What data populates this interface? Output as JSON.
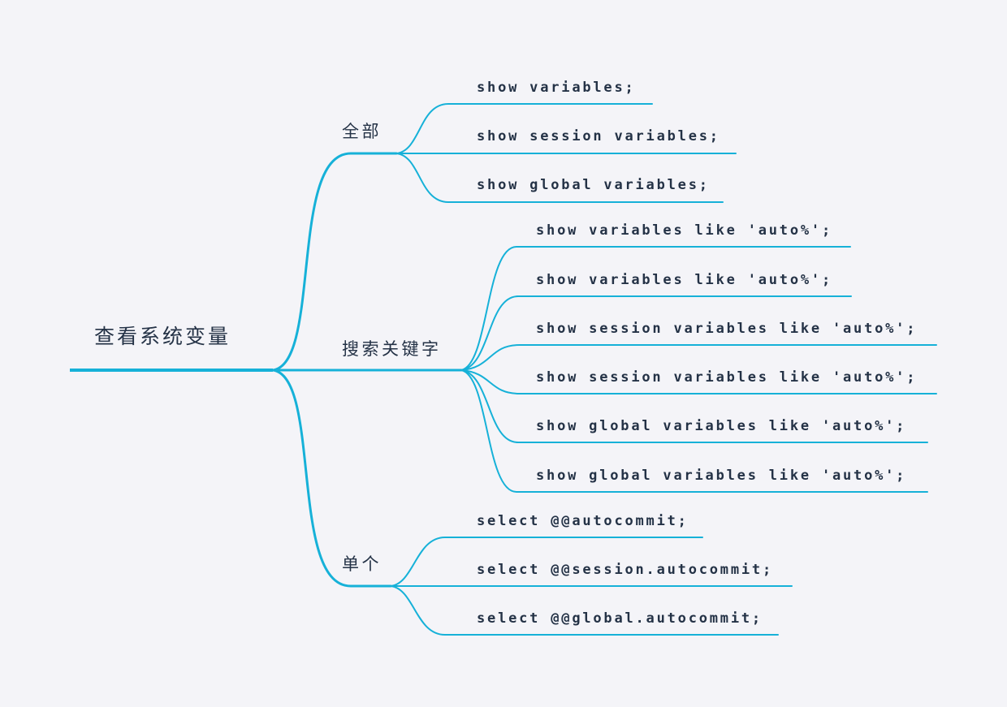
{
  "colors": {
    "canvas-bg": "#f4f4f8",
    "line-color": "#16b1d8",
    "text-color": "#243246"
  },
  "mindmap": {
    "root": {
      "label": "查看系统变量"
    },
    "branches": [
      {
        "label": "全部",
        "children": [
          "show variables;",
          "show session variables;",
          "show global variables;"
        ]
      },
      {
        "label": "搜索关键字",
        "children": [
          "show variables like 'auto%';",
          "show variables like 'auto%';",
          "show session variables like 'auto%';",
          "show session variables like 'auto%';",
          "show global variables like 'auto%';",
          "show global variables like 'auto%';"
        ]
      },
      {
        "label": "单个",
        "children": [
          "select @@autocommit;",
          "select @@session.autocommit;",
          "select @@global.autocommit;"
        ]
      }
    ]
  }
}
